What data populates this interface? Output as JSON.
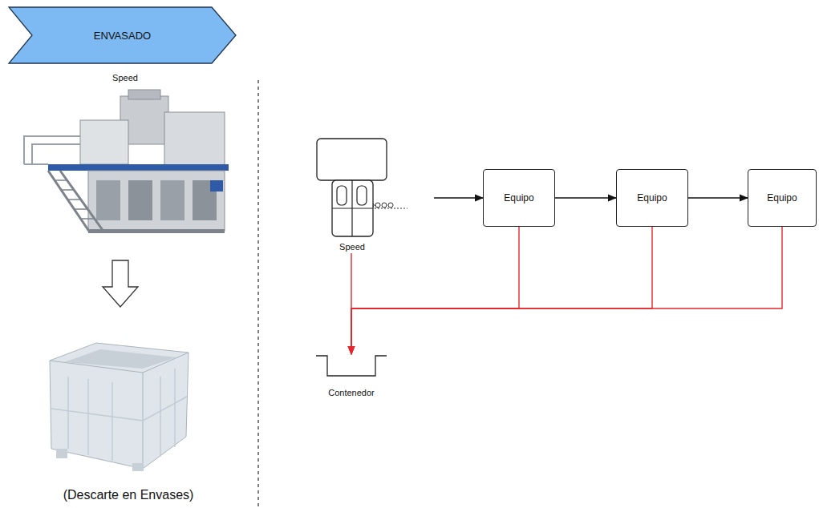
{
  "diagram": {
    "nodes": [
      {
        "text": [
          "ENVASADO"
        ]
      },
      {
        "text": [
          "Speed"
        ]
      },
      {
        "text": [
          "Equipo"
        ]
      },
      {
        "text": [
          "Equipo"
        ]
      },
      {
        "text": [
          "Equipo"
        ]
      },
      {
        "text": [
          "Contenedor"
        ]
      }
    ],
    "edges": [
      {
        "from": 1,
        "to": 2,
        "arrow": "to"
      },
      {
        "from": 2,
        "to": 3,
        "arrow": "to"
      },
      {
        "from": 3,
        "to": 4,
        "arrow": "to"
      },
      {
        "from": 2,
        "to": 5,
        "arrow": "to"
      },
      {
        "from": 3,
        "to": 5,
        "arrow": "to"
      },
      {
        "from": 4,
        "to": 5,
        "arrow": "to"
      },
      {
        "from": 1,
        "to": 5,
        "arrow": "to"
      }
    ],
    "labels": [
      "Speed",
      "(Descarte en Envases)"
    ]
  }
}
